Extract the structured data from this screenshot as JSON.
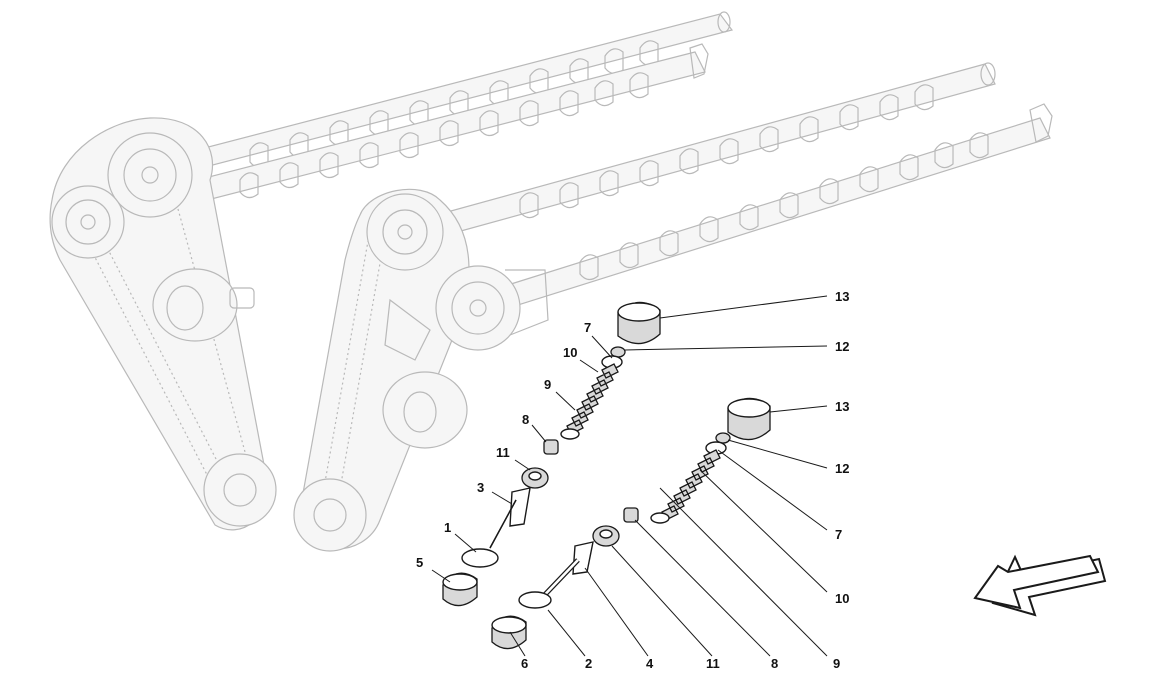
{
  "callouts": {
    "l13a": "13",
    "l12a": "12",
    "l7a": "7",
    "l10a": "10",
    "l9a": "9",
    "l8a": "8",
    "l11a": "11",
    "l3": "3",
    "l1": "1",
    "l5": "5",
    "l13b": "13",
    "l12b": "12",
    "l7b": "7",
    "l10b": "10",
    "l6": "6",
    "l2": "2",
    "l4": "4",
    "l11b": "11",
    "l8b": "8",
    "l9b": "9"
  },
  "icons": {
    "direction": "direction-arrow-icon"
  }
}
